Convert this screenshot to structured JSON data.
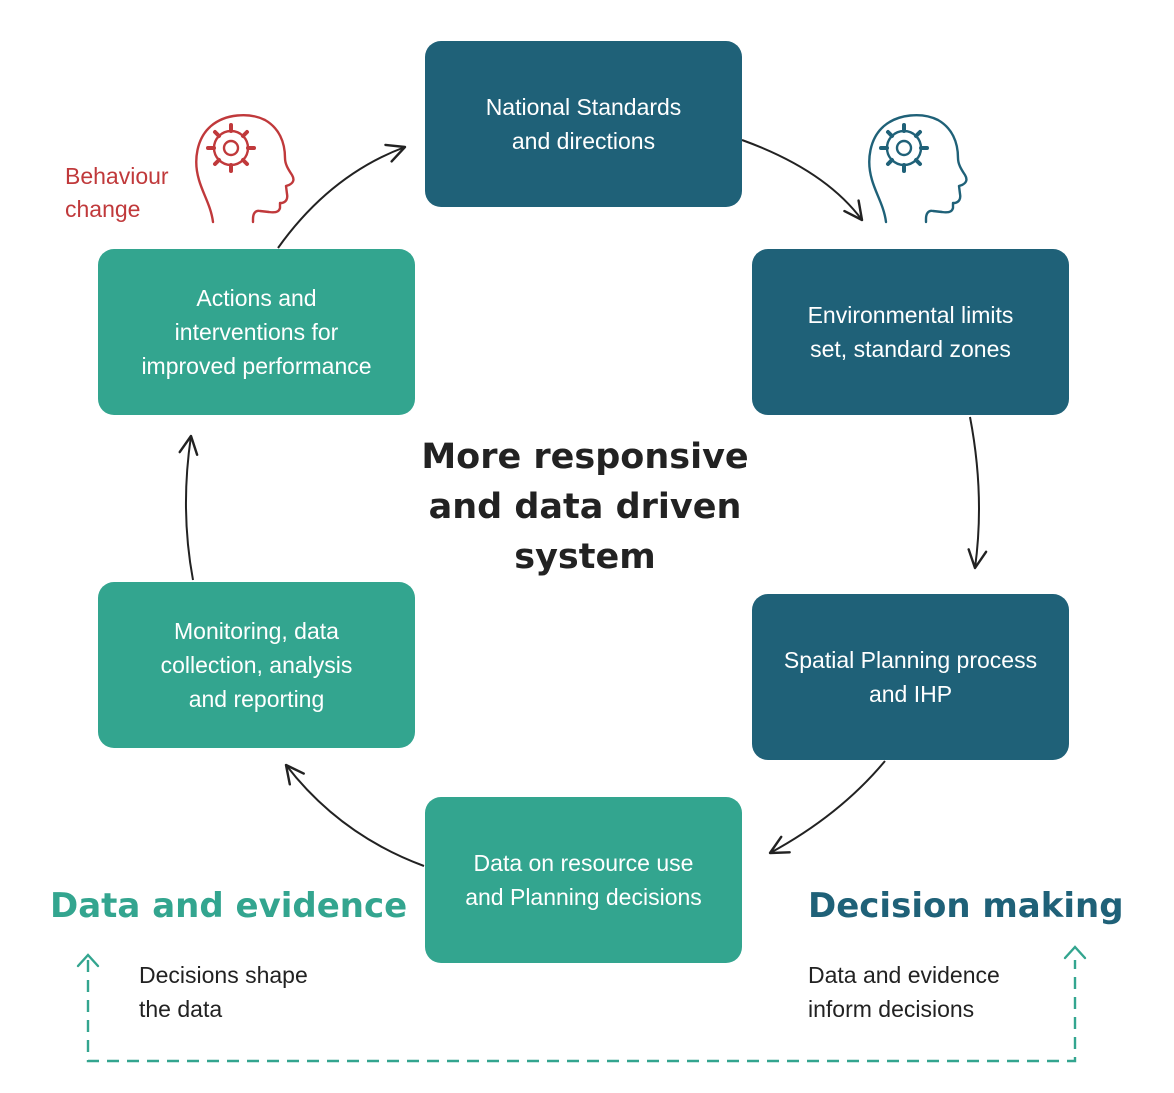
{
  "center_title": "More responsive\nand data driven\nsystem",
  "cycle_boxes": {
    "national_standards": "National Standards\nand directions",
    "environmental_limits": "Environmental limits\nset, standard zones",
    "spatial_planning": "Spatial Planning process\nand IHP",
    "data_resource_use": "Data on resource use\nand Planning decisions",
    "monitoring": "Monitoring, data\ncollection, analysis\nand reporting",
    "actions": "Actions and\ninterventions for\nimproved performance"
  },
  "behaviour_change": "Behaviour\nchange",
  "sections": {
    "data_evidence": {
      "heading": "Data and evidence",
      "note": "Decisions shape\nthe data"
    },
    "decision_making": {
      "heading": "Decision making",
      "note": "Data and evidence\ninform decisions"
    }
  },
  "icons": [
    "head-gear-icon-red",
    "head-gear-icon-teal"
  ],
  "colors": {
    "dark_box": "#1f6178",
    "teal_box": "#33a58f",
    "behaviour_red": "#c0393b",
    "arrow": "#222222",
    "dashed_line": "#33a58f"
  }
}
